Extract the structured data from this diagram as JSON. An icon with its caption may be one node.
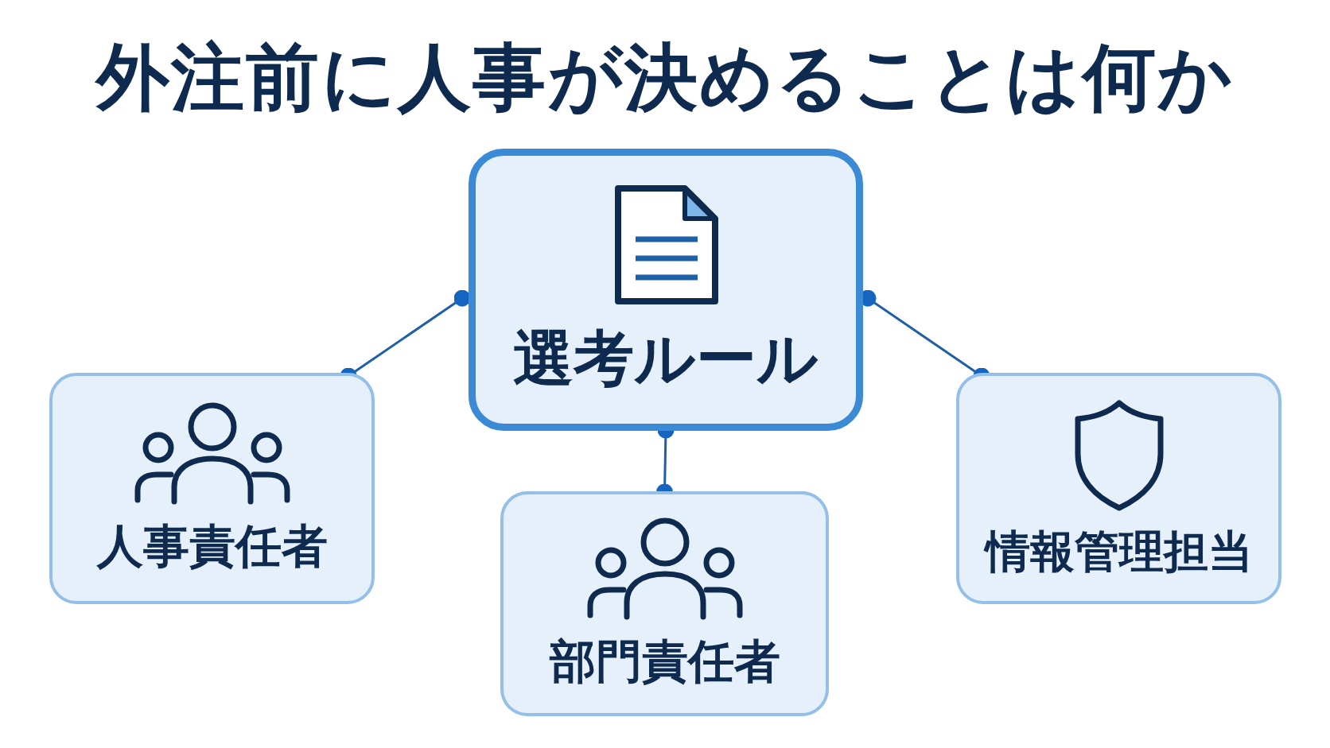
{
  "diagram": {
    "title": "外注前に人事が決めることは何か",
    "nodes": [
      {
        "text": [
          "選考ルール"
        ]
      },
      {
        "text": [
          "人事責任者"
        ]
      },
      {
        "text": [
          "部門責任者"
        ]
      },
      {
        "text": [
          "情報管理担当"
        ]
      }
    ],
    "edges": [
      {
        "from": 0,
        "to": 1,
        "arrow": "other"
      },
      {
        "from": 0,
        "to": 3,
        "arrow": "other"
      },
      {
        "from": 0,
        "to": 2,
        "arrow": "other"
      }
    ]
  }
}
